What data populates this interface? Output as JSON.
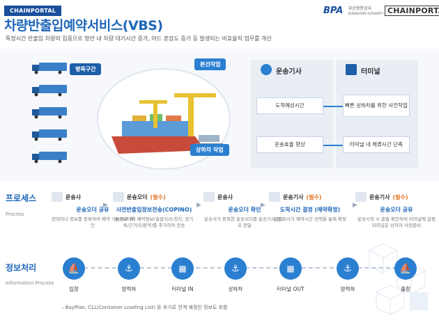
{
  "header": {
    "tag": "CHAINPORTAL",
    "title": "차량반출입예약서비스(VBS)",
    "subtitle": "특정시간 반출입 차량의 집중으로 항만 내 차량 대기시간 증가, 야드 혼잡도 증가 등 발생되는 비효율적 업무를 개선",
    "logo_bpa": "BPA",
    "logo_bpa_sub_1": "부산항만공사",
    "logo_bpa_sub_2": "BUSAN PORT AUTHORITY",
    "logo_chainportal": "CHAINPORTAL"
  },
  "hero": {
    "label_bottleneck": "병목구간",
    "label_main_work": "본선작업",
    "label_loading": "상하차 작업"
  },
  "panel": {
    "driver_title": "운송기사",
    "terminal_title": "터미널",
    "flow_eta": "도착예상시간",
    "flow_fast_prep": "빠른 상하차를 위한 사전작업",
    "flow_efficiency": "운송효율 향상",
    "flow_dwell": "터미널 내 체류시간 단축"
  },
  "process": {
    "title": "프로세스",
    "subtitle": "Process",
    "steps": [
      {
        "actor": "운송사",
        "actor_note": "",
        "name": "운송오더 공유",
        "desc": "컨테이너 정보를 등록하여 예약 가능여부 확인"
      },
      {
        "actor": "운송오더",
        "actor_note": "(필수)",
        "name": "사전반출입정보전송(COPINO)",
        "desc": "운송오더에 예약정보(출발지/도착지, 장기록/근거리/환적)를 추가하여 전송"
      },
      {
        "actor": "운송사",
        "actor_note": "",
        "name": "운송오더 확인",
        "desc": "운송사가 등록한 운송오더를 운송기사 앱으로 전달"
      },
      {
        "actor": "운송기사",
        "actor_note": "(필수)",
        "name": "도착시간 결정 (예약확정)",
        "desc": "운송기사가 예약시간 선택을 통해 확정"
      },
      {
        "actor": "운송기사",
        "actor_note": "(필수)",
        "name": "운송오더 공유",
        "desc": "운송시작 시 출발 확인하여 터미널에 알림 터미널은 상하차 사전준비"
      }
    ]
  },
  "info": {
    "title": "정보처리",
    "subtitle": "Information Process",
    "nodes": [
      "입항",
      "양적하",
      "터미널 IN",
      "상하차",
      "터미널 OUT",
      "양적하",
      "출항"
    ],
    "footnote": "– BayPlan, CLL(Container Loading List) 등 추가로 연계 예정인 정보도 포함"
  },
  "colors": {
    "accent": "#1d66b8",
    "node_blue": "#2a7fd0",
    "highlight_orange": "#e2711d",
    "panel_bg": "#e9eef5"
  },
  "icons": {
    "driver": "driver-icon",
    "terminal": "crane-icon",
    "ship": "ship-icon",
    "truck": "truck-icon",
    "crane": "crane-icon"
  }
}
